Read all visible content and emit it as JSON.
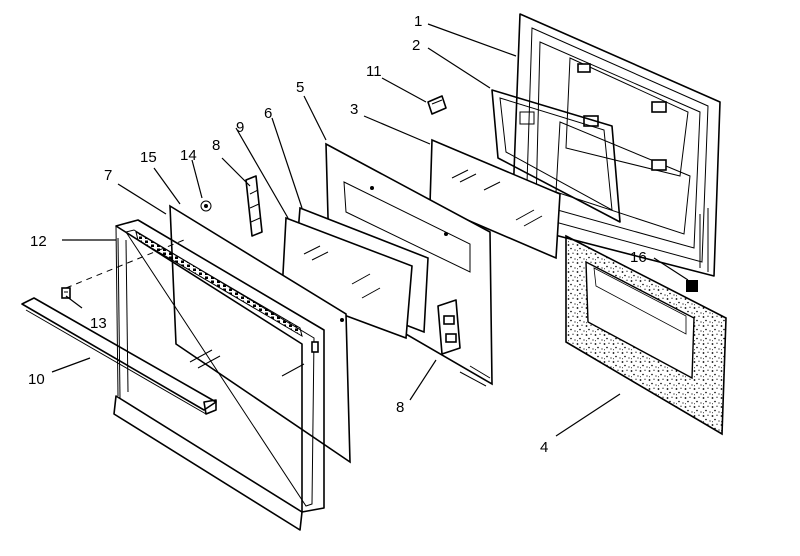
{
  "diagram": {
    "callouts": [
      {
        "id": "c1",
        "label": "1"
      },
      {
        "id": "c2",
        "label": "2"
      },
      {
        "id": "c3",
        "label": "3"
      },
      {
        "id": "c4",
        "label": "4"
      },
      {
        "id": "c5",
        "label": "5"
      },
      {
        "id": "c6",
        "label": "6"
      },
      {
        "id": "c7",
        "label": "7"
      },
      {
        "id": "c8a",
        "label": "8"
      },
      {
        "id": "c8b",
        "label": "8"
      },
      {
        "id": "c9",
        "label": "9"
      },
      {
        "id": "c10",
        "label": "10"
      },
      {
        "id": "c11",
        "label": "11"
      },
      {
        "id": "c12",
        "label": "12"
      },
      {
        "id": "c13",
        "label": "13"
      },
      {
        "id": "c14",
        "label": "14"
      },
      {
        "id": "c15",
        "label": "15"
      },
      {
        "id": "c16",
        "label": "16"
      }
    ]
  }
}
